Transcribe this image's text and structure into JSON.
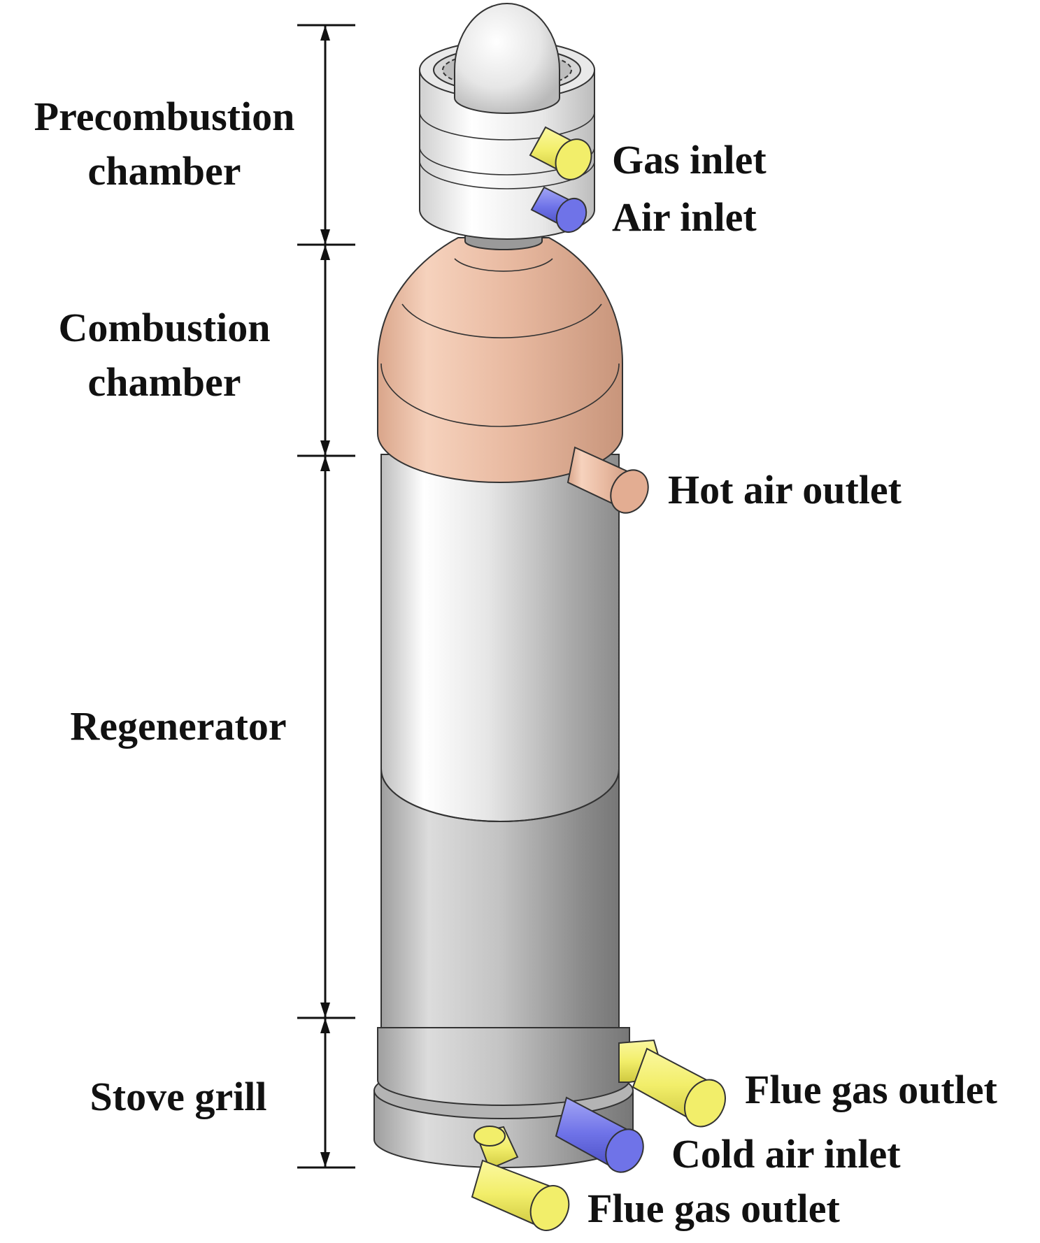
{
  "sections": {
    "precombustion": "Precombustion\nchamber",
    "combustion": "Combustion\nchamber",
    "regenerator": "Regenerator",
    "stove_grill": "Stove grill"
  },
  "ports": {
    "gas_inlet": "Gas inlet",
    "air_inlet": "Air inlet",
    "hot_air_outlet": "Hot air outlet",
    "flue_gas_outlet_right": "Flue gas outlet",
    "cold_air_inlet": "Cold air inlet",
    "flue_gas_outlet_bottom": "Flue gas outlet"
  },
  "colors": {
    "steel": "#c8c8c8",
    "refractory": "#e8b9a0",
    "gas_port": "#f2ee6a",
    "air_port": "#6f73e8"
  }
}
